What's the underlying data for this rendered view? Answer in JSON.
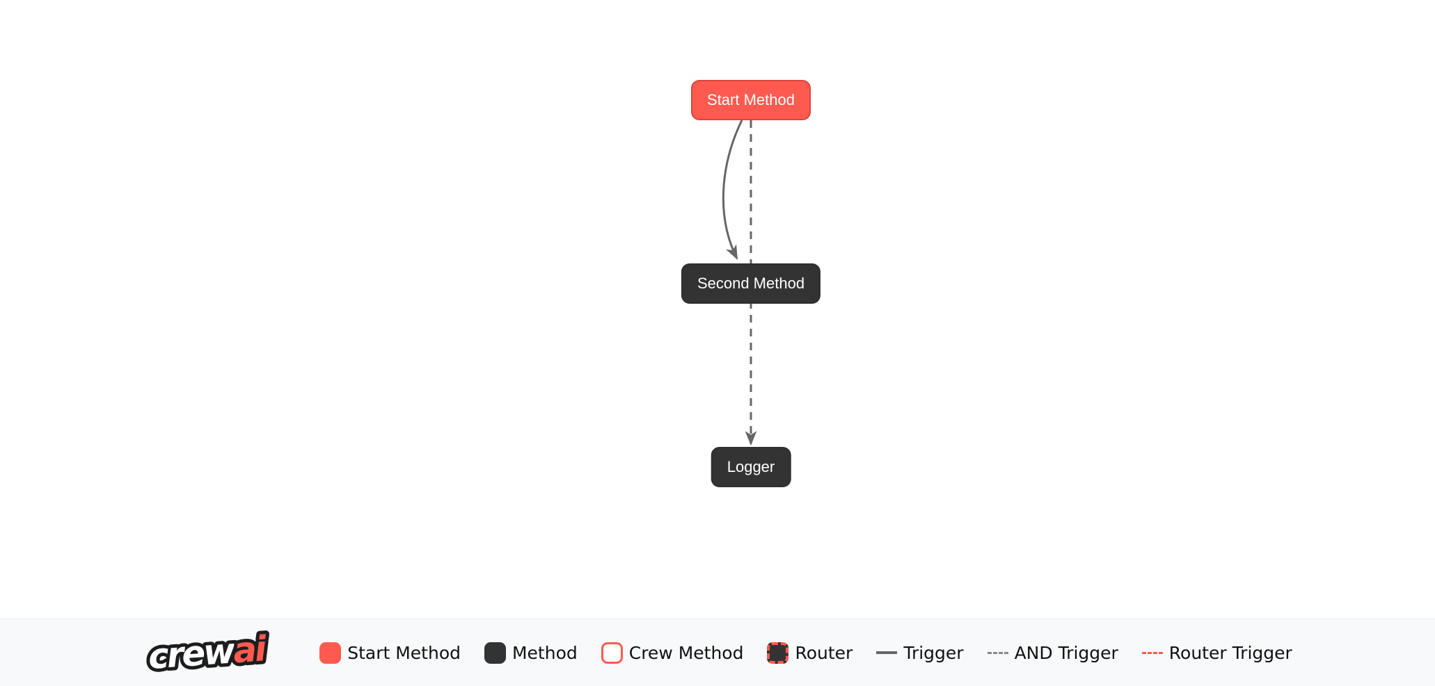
{
  "diagram": {
    "nodes": [
      {
        "id": "start_method",
        "label": "Start Method",
        "type": "start-method"
      },
      {
        "id": "second_method",
        "label": "Second Method",
        "type": "method"
      },
      {
        "id": "logger",
        "label": "Logger",
        "type": "method"
      }
    ],
    "edges": [
      {
        "from": "Start Method",
        "to": "Second Method",
        "type": "trigger",
        "style": "solid curved arrow"
      },
      {
        "from": "Start Method",
        "to": "Logger",
        "type": "and-trigger",
        "style": "dashed straight arrow passing behind Second Method"
      }
    ]
  },
  "legend": {
    "logo": {
      "text_primary": "crew",
      "text_accent": "ai"
    },
    "items": [
      {
        "label": "Start Method",
        "swatch": "start-method-box"
      },
      {
        "label": "Method",
        "swatch": "method-box"
      },
      {
        "label": "Crew Method",
        "swatch": "crew-method-box"
      },
      {
        "label": "Router",
        "swatch": "router-box"
      },
      {
        "label": "Trigger",
        "swatch": "solid-gray-line"
      },
      {
        "label": "AND Trigger",
        "swatch": "dashed-gray-line"
      },
      {
        "label": "Router Trigger",
        "swatch": "dashed-red-line"
      }
    ]
  },
  "colors": {
    "canvas_bg": "#ffffff",
    "start_node_bg": "#FF5A50",
    "start_node_border": "#D9453B",
    "method_node_bg": "#333333",
    "node_text": "#ffffff",
    "edge": "#666666",
    "router_trigger": "#FF5A50",
    "legend_bg": "#f8f9fa",
    "legend_text": "#111111"
  }
}
